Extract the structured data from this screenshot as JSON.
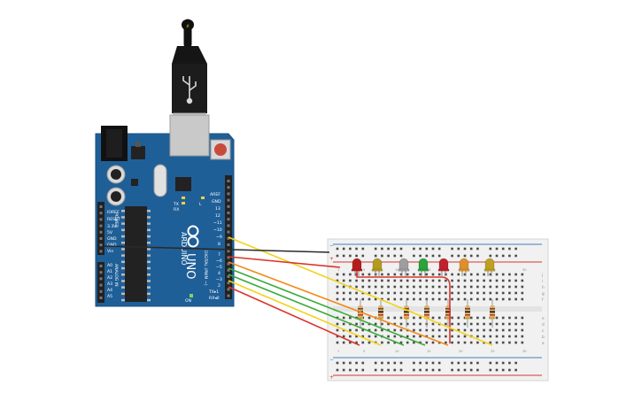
{
  "colors": {
    "board": "#1f5f98",
    "board_edge": "#174d7f",
    "breadboard": "#f1f1f1",
    "rail_red": "#d9352b",
    "rail_blue": "#3f7fc1",
    "wire_black": "#2a2a2a"
  },
  "arduino": {
    "brand": "ARDUINO",
    "model": "UNO",
    "labels": {
      "aref": "AREF",
      "gnd": "GND",
      "d13": "13",
      "d12": "12",
      "d11": "~11",
      "d10": "~10",
      "d9": "~9",
      "d8": "8",
      "d7": "7",
      "d6": "~6",
      "d5": "~5",
      "d4": "4",
      "d3": "~3",
      "d2": "2",
      "tx": "TX▸1",
      "rx": "RX◂0",
      "digital": "DIGITAL (PWM ~)",
      "ioref": "IOREF",
      "reset": "RESET",
      "v33": "3.3V",
      "v5": "5V",
      "gnd1": "GND",
      "gnd2": "GND",
      "vin": "Vin",
      "power": "POWER",
      "a0": "A0",
      "a1": "A1",
      "a2": "A2",
      "a3": "A3",
      "a4": "A4",
      "a5": "A5",
      "analog": "ANALOG IN",
      "tx_led": "TX",
      "rx_led": "RX",
      "l_led": "L",
      "on_led": "ON"
    }
  },
  "breadboard": {
    "columns": [
      "1",
      "5",
      "10",
      "15",
      "20",
      "25",
      "30"
    ],
    "rows_top": [
      "j",
      "i",
      "h",
      "g",
      "f"
    ],
    "rows_bottom": [
      "e",
      "d",
      "c",
      "b",
      "a"
    ],
    "rail_plus": "+",
    "rail_minus": "−"
  },
  "leds": [
    {
      "color": "#b51d1d",
      "name": "red"
    },
    {
      "color": "#b59a1f",
      "name": "yellow"
    },
    {
      "color": "#9e9e9e",
      "name": "white"
    },
    {
      "color": "#2aa33a",
      "name": "green"
    },
    {
      "color": "#c0222e",
      "name": "red"
    },
    {
      "color": "#e0902a",
      "name": "orange"
    },
    {
      "color": "#c0a020",
      "name": "yellow"
    }
  ],
  "wires": [
    {
      "color": "#f2d31b",
      "name": "yellow"
    },
    {
      "color": "#2a2a2a",
      "name": "black"
    },
    {
      "color": "#d9352b",
      "name": "red"
    },
    {
      "color": "#f08a1c",
      "name": "orange"
    },
    {
      "color": "#3aaa3a",
      "name": "green"
    },
    {
      "color": "#f2d31b",
      "name": "yellow"
    },
    {
      "color": "#d9352b",
      "name": "red"
    }
  ]
}
